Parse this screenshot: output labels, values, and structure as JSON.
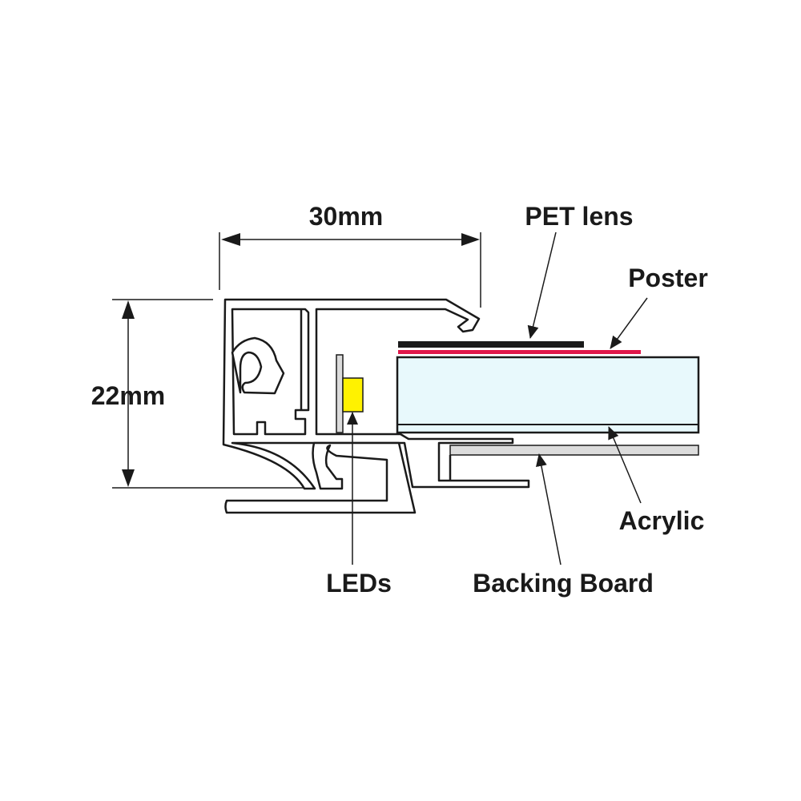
{
  "labels": {
    "width_dim": "30mm",
    "height_dim": "22mm",
    "pet_lens": "PET lens",
    "poster": "Poster",
    "acrylic": "Acrylic",
    "leds": "LEDs",
    "backing_board": "Backing Board"
  },
  "colors": {
    "pet_lens": "#1a1a1a",
    "poster": "#e0174a",
    "acrylic": "#e8f9fc",
    "led": "#fff200",
    "backing_board": "#dcdcdc"
  }
}
